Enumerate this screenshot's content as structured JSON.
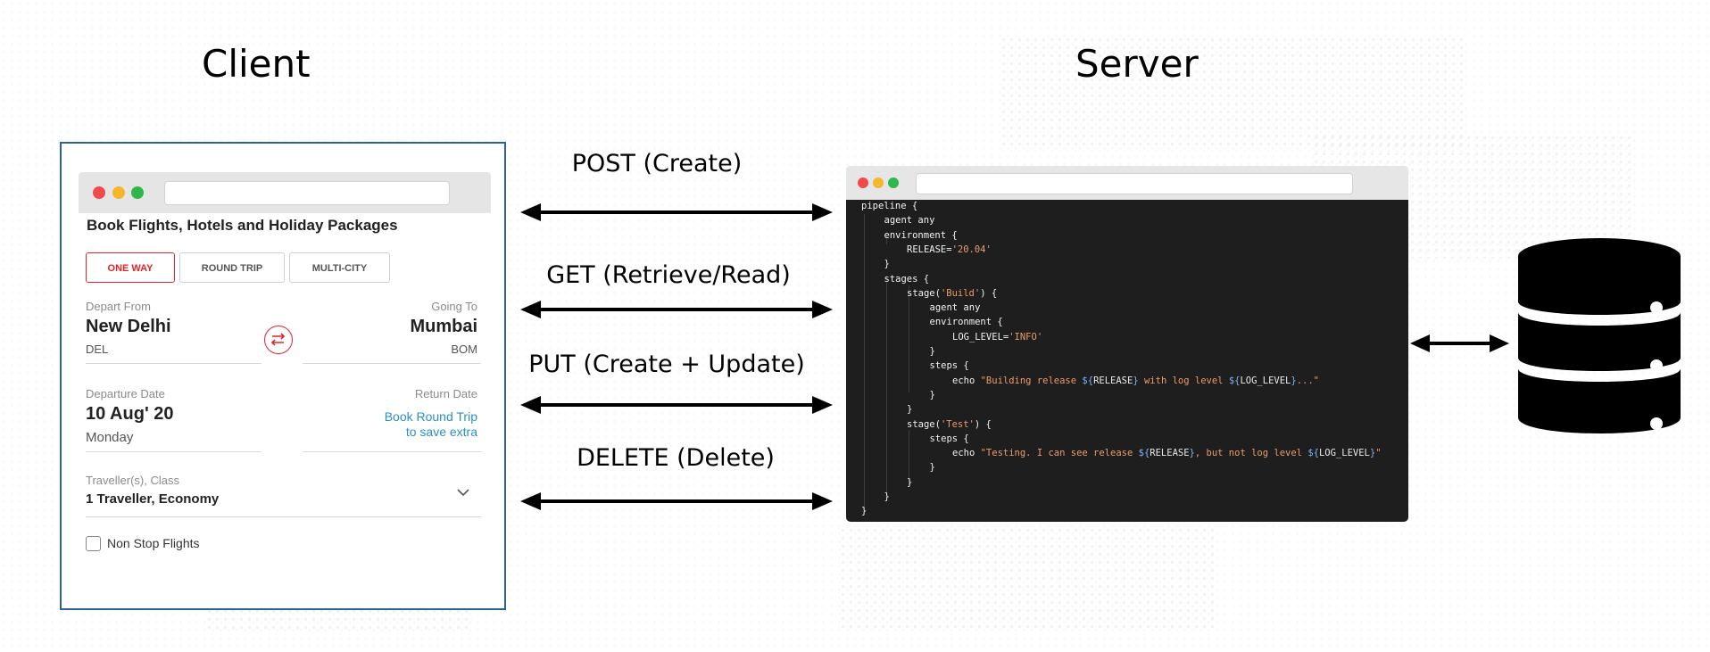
{
  "titles": {
    "client": "Client",
    "server": "Server"
  },
  "client": {
    "heading": "Book Flights, Hotels and Holiday Packages",
    "trip_tabs": [
      "ONE WAY",
      "ROUND TRIP",
      "MULTI-CITY"
    ],
    "depart_from": {
      "label": "Depart From",
      "city": "New Delhi",
      "code": "DEL"
    },
    "going_to": {
      "label": "Going To",
      "city": "Mumbai",
      "code": "BOM"
    },
    "departure_date": {
      "label": "Departure Date",
      "date": "10 Aug' 20",
      "day": "Monday"
    },
    "return_date": {
      "label": "Return Date",
      "link_line1": "Book Round Trip",
      "link_line2": "to save extra"
    },
    "traveller": {
      "label": "Traveller(s), Class",
      "value": "1 Traveller, Economy"
    },
    "non_stop": {
      "label": "Non Stop Flights",
      "checked": false
    },
    "icons": {
      "swap": "swap-arrows-icon",
      "dropdown": "chevron-down-icon"
    },
    "colors": {
      "accent": "#e0242a",
      "link": "#2a8fc9",
      "panel_border": "#2e5f9a"
    }
  },
  "arrows": [
    {
      "label": "POST (Create)"
    },
    {
      "label": "GET (Retrieve/Read)"
    },
    {
      "label": "PUT (Create + Update)"
    },
    {
      "label": "DELETE (Delete)"
    }
  ],
  "server": {
    "code": [
      "pipeline {",
      "agent any",
      "environment {",
      "RELEASE='20.04'",
      "}",
      "stages {",
      "stage('Build') {",
      "agent any",
      "environment {",
      "LOG_LEVEL='INFO'",
      "}",
      "steps {",
      "echo \"Building release ${RELEASE} with log level ${LOG_LEVEL}...\"",
      "}",
      "}",
      "stage('Test') {",
      "steps {",
      "echo \"Testing. I can see release ${RELEASE}, but not log level ${LOG_LEVEL}\"",
      "}",
      "}",
      "}",
      "}"
    ],
    "icons": {
      "database": "database-icon"
    },
    "colors": {
      "code_bg": "#1e1e1e",
      "string": "#ec9c6b"
    }
  }
}
